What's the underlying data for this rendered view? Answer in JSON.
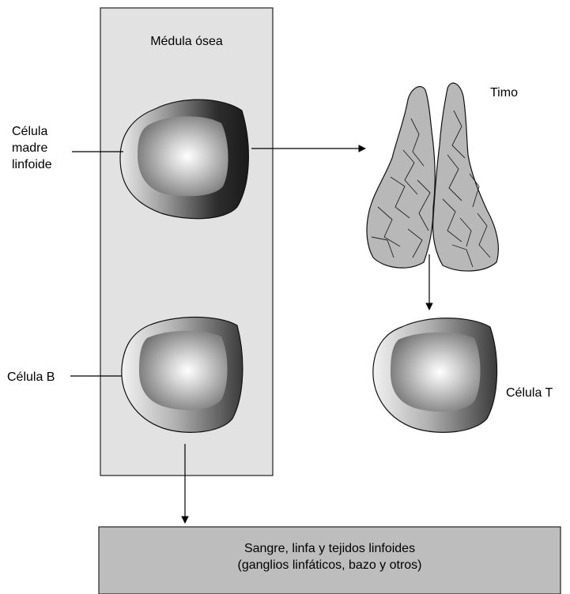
{
  "chart_data": null,
  "bone_marrow": {
    "title": "Médula ósea"
  },
  "stem_cell": {
    "label_lines": [
      "Célula",
      "madre",
      "linfoide"
    ]
  },
  "b_cell": {
    "label": "Célula B"
  },
  "thymus": {
    "label": "Timo"
  },
  "t_cell": {
    "label": "Célula T"
  },
  "destination": {
    "line1": "Sangre, linfa y tejidos linfoides",
    "line2": "(ganglios linfáticos, bazo y otros)"
  },
  "colors": {
    "marrow_fill": "#e2e2e2",
    "destination_fill": "#bdbdbd",
    "thymus_fill": "#b8b8b8",
    "outline": "#111111"
  }
}
